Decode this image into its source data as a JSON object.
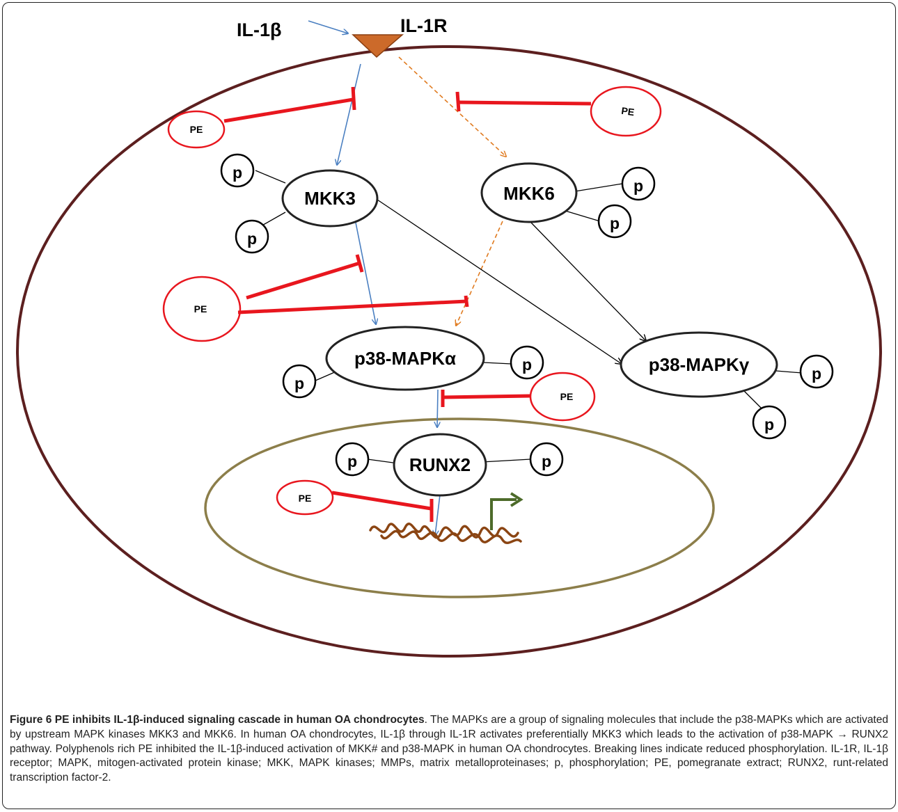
{
  "labels": {
    "il1b": "IL-1β",
    "il1r": "IL-1R",
    "mkk3": "MKK3",
    "mkk6": "MKK6",
    "p38a": "p38-MAPKα",
    "p38g": "p38-MAPKγ",
    "runx2": "RUNX2",
    "p": "p",
    "pe": "PE"
  },
  "colors": {
    "cell_membrane": "#5c1f1f",
    "nucleus_membrane": "#8c7e4a",
    "receptor": "#cc6a2a",
    "activation_arrow": "#4a7fc1",
    "mkk6_arrow": "#e07b20",
    "inhibition": "#e8161e",
    "dna": "#8b4513",
    "transcription_arrow": "#4d6b2a"
  },
  "caption": {
    "title": "Figure 6 PE inhibits IL-1β-induced signaling cascade in human OA chondrocytes",
    "body": ". The MAPKs are a group of signaling molecules that include the p38-MAPKs which are activated by upstream MAPK kinases MKK3 and MKK6. In human OA chondrocytes, IL-1β through IL-1R activates preferentially MKK3 which leads to the activation of p38-MAPK → RUNX2 pathway. Polyphenols rich PE inhibited the IL-1β-induced activation of MKK# and p38-MAPK in human OA chondrocytes. Breaking lines indicate reduced phosphorylation. IL-1R, IL-1β receptor; MAPK, mitogen-activated protein kinase; MKK, MAPK kinases; MMPs, matrix metalloproteinases; p, phosphorylation; PE, pomegranate extract; RUNX2, runt-related transcription factor-2."
  }
}
